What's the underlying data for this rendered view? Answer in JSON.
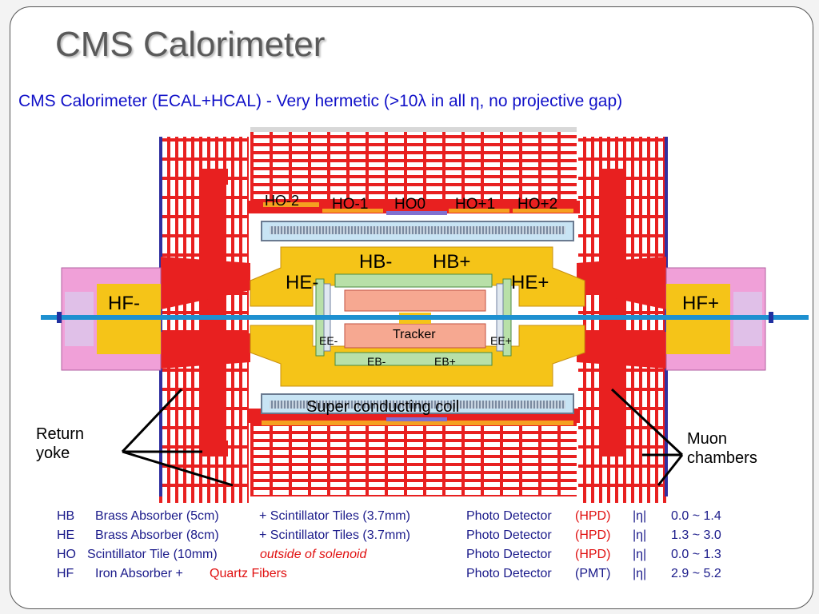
{
  "slide": {
    "title": "CMS Calorimeter",
    "subtitle": "CMS Calorimeter (ECAL+HCAL) -  Very hermetic (>10λ in all η,  no projective gap)"
  },
  "diagram": {
    "labels": {
      "ho_m2": "HO-2",
      "ho_m1": "HO-1",
      "ho_0": "HO0",
      "ho_p1": "HO+1",
      "ho_p2": "HO+2",
      "hb_m": "HB-",
      "hb_p": "HB+",
      "he_m": "HE-",
      "he_p": "HE+",
      "hf_m": "HF-",
      "hf_p": "HF+",
      "tracker": "Tracker",
      "ee_m": "EE-",
      "ee_p": "EE+",
      "eb_m": "EB-",
      "eb_p": "EB+",
      "coil": "Super conducting coil"
    },
    "return_yoke": [
      "Return",
      "yoke"
    ],
    "muon_chambers": [
      "Muon",
      "chambers"
    ],
    "colors": {
      "iron": "#e82020",
      "hcal": "#f5c418",
      "ecal": "#b8e0a8",
      "tracker": "#f6a891",
      "forward": "#f0a0d8",
      "beam": "#1e90d0"
    }
  },
  "table": {
    "rows": [
      {
        "code": "HB",
        "absorber": "Brass Absorber (5cm)",
        "material": "+ Scintillator Tiles (3.7mm)",
        "detector": "Photo Detector",
        "detector_type": "(HPD)",
        "eta_symbol": "|η|",
        "eta_range": "0.0 ~ 1.4"
      },
      {
        "code": "HE",
        "absorber": "Brass Absorber (8cm)",
        "material": "+ Scintillator Tiles (3.7mm)",
        "detector": "Photo Detector",
        "detector_type": "(HPD)",
        "eta_symbol": "|η|",
        "eta_range": "1.3 ~ 3.0"
      },
      {
        "code": "HO",
        "absorber": "Scintillator Tile (10mm)",
        "material": "outside of solenoid",
        "detector": "Photo Detector",
        "detector_type": "(HPD)",
        "eta_symbol": "|η|",
        "eta_range": "0.0 ~ 1.3"
      },
      {
        "code": "HF",
        "absorber": "Iron Absorber +",
        "material": "Quartz Fibers",
        "detector": "Photo Detector",
        "detector_type": "(PMT)",
        "eta_symbol": "|η|",
        "eta_range": "2.9 ~ 5.2"
      }
    ]
  }
}
